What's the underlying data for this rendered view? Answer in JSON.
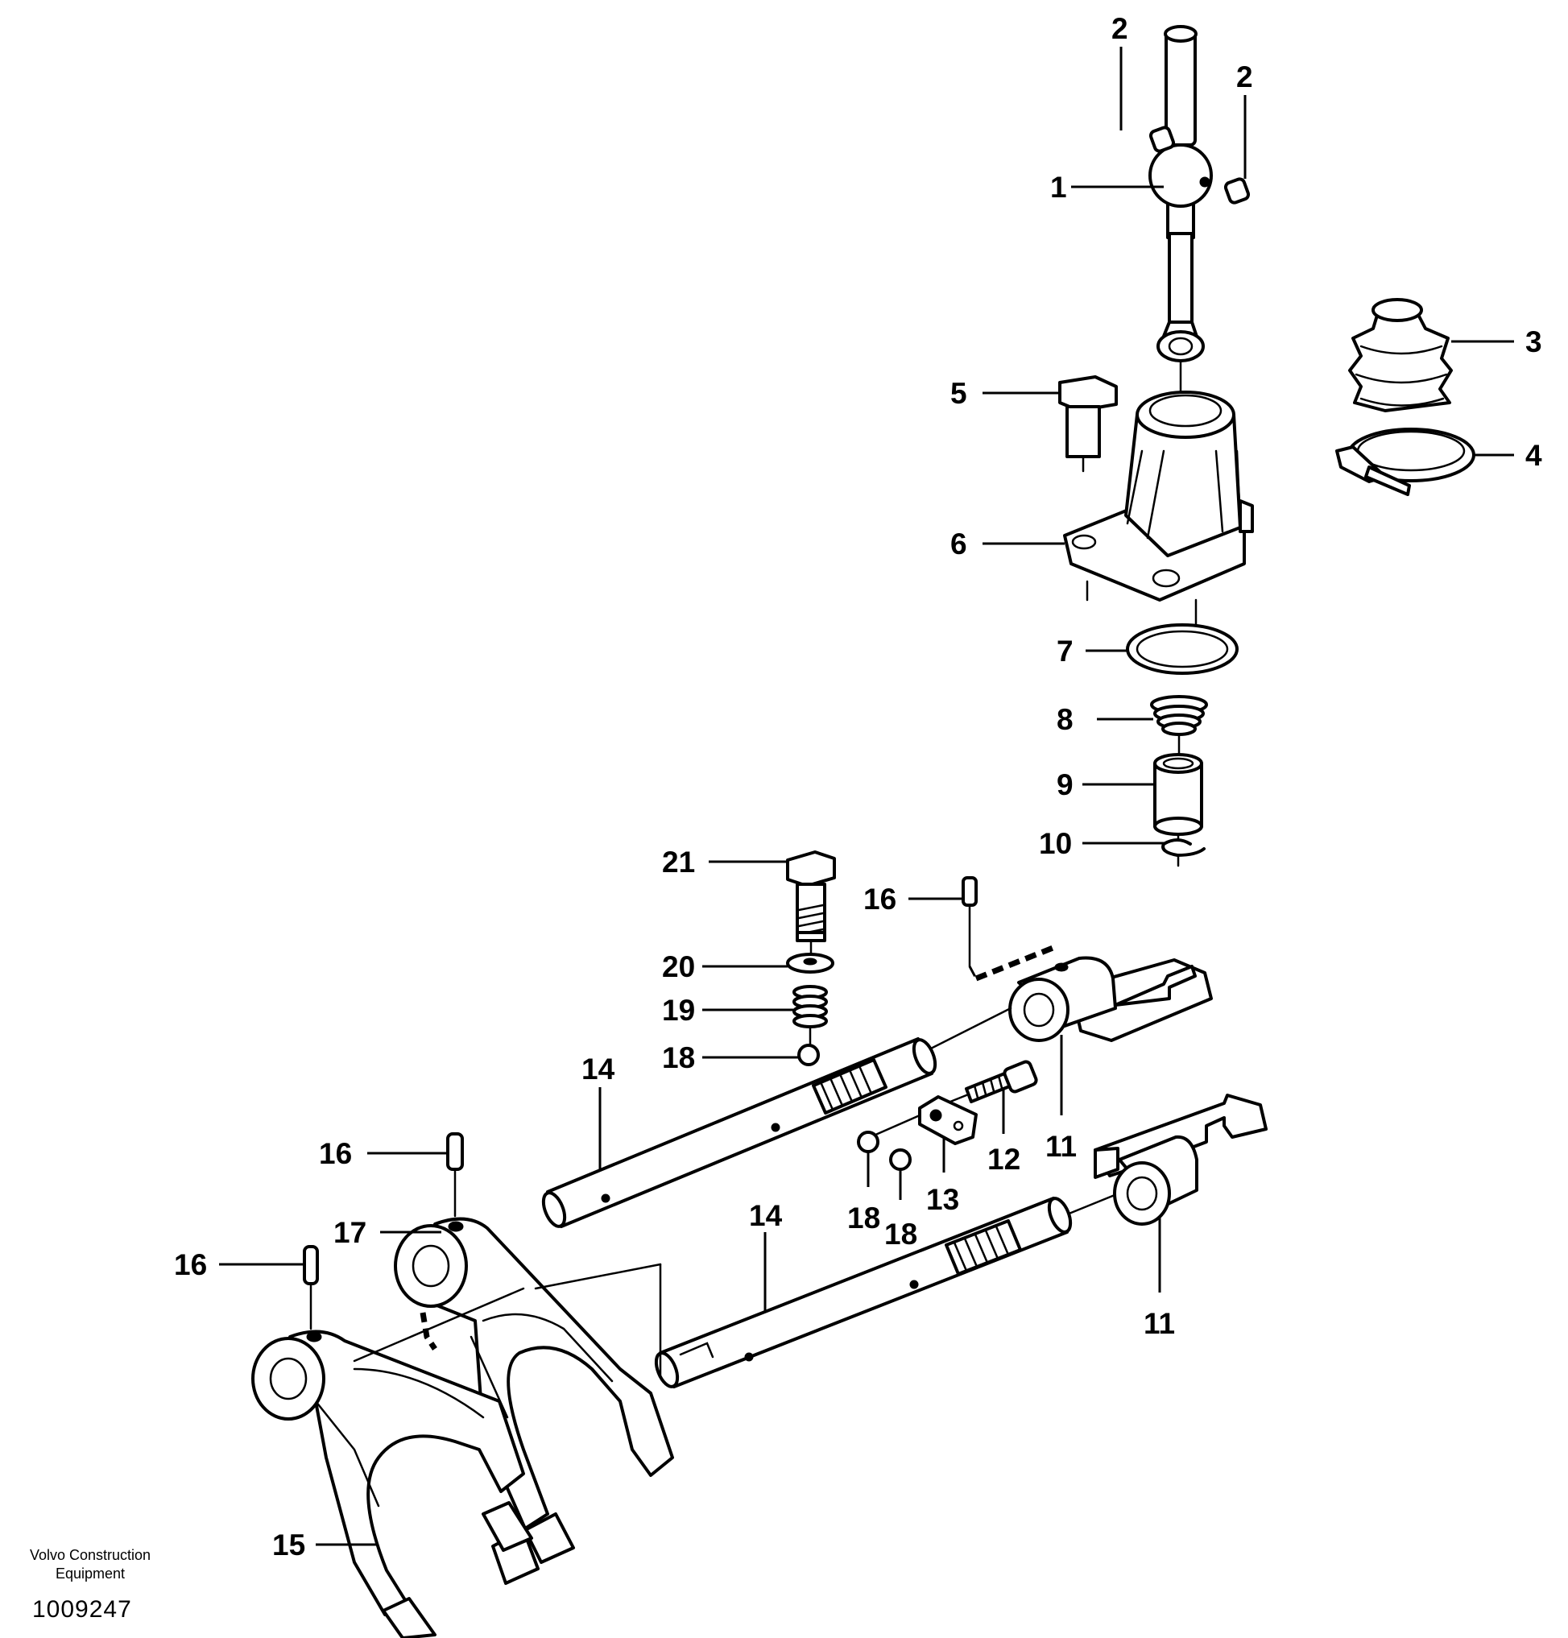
{
  "footer": {
    "brand_line1": "Volvo Construction",
    "brand_line2": "Equipment",
    "document_number": "1009247"
  },
  "callouts": {
    "c1": "1",
    "c2a": "2",
    "c2b": "2",
    "c3": "3",
    "c4": "4",
    "c5": "5",
    "c6": "6",
    "c7": "7",
    "c8": "8",
    "c9": "9",
    "c10": "10",
    "c11a": "11",
    "c11b": "11",
    "c12": "12",
    "c13": "13",
    "c14a": "14",
    "c14b": "14",
    "c15": "15",
    "c16a": "16",
    "c16b": "16",
    "c16c": "16",
    "c17": "17",
    "c18a": "18",
    "c18b": "18",
    "c18c": "18",
    "c19": "19",
    "c20": "20",
    "c21": "21"
  }
}
